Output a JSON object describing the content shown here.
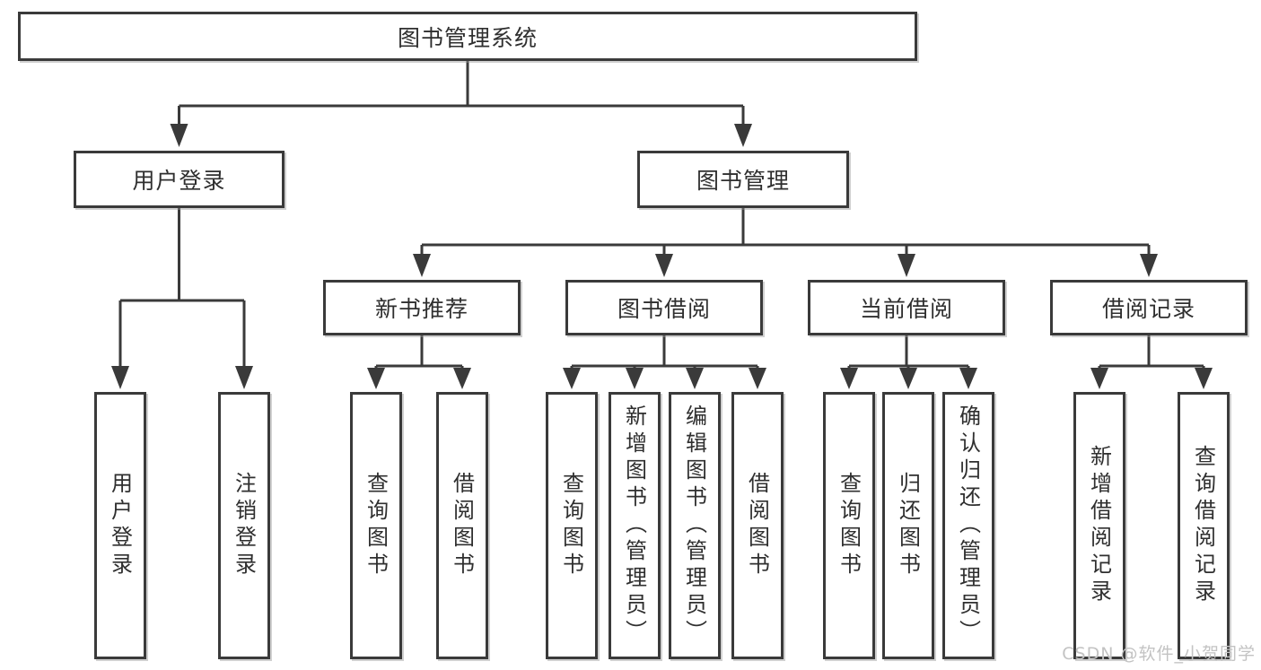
{
  "diagram": {
    "title": "图书管理系统",
    "branches": [
      {
        "label": "用户登录",
        "children": [
          "用户登录",
          "注销登录"
        ]
      },
      {
        "label": "图书管理",
        "children": [
          {
            "label": "新书推荐",
            "children": [
              "查询图书",
              "借阅图书"
            ]
          },
          {
            "label": "图书借阅",
            "children": [
              "查询图书",
              "新增图书（管理员）",
              "编辑图书（管理员）",
              "借阅图书"
            ]
          },
          {
            "label": "当前借阅",
            "children": [
              "查询图书",
              "归还图书",
              "确认归还（管理员）"
            ]
          },
          {
            "label": "借阅记录",
            "children": [
              "新增借阅记录",
              "查询借阅记录"
            ]
          }
        ]
      }
    ]
  },
  "watermark": "CSDN @软件_小贺同学",
  "colors": {
    "line": "#3a3a3a",
    "text": "#2f2f2f",
    "watermark": "#c3c3c3",
    "background": "#ffffff"
  }
}
